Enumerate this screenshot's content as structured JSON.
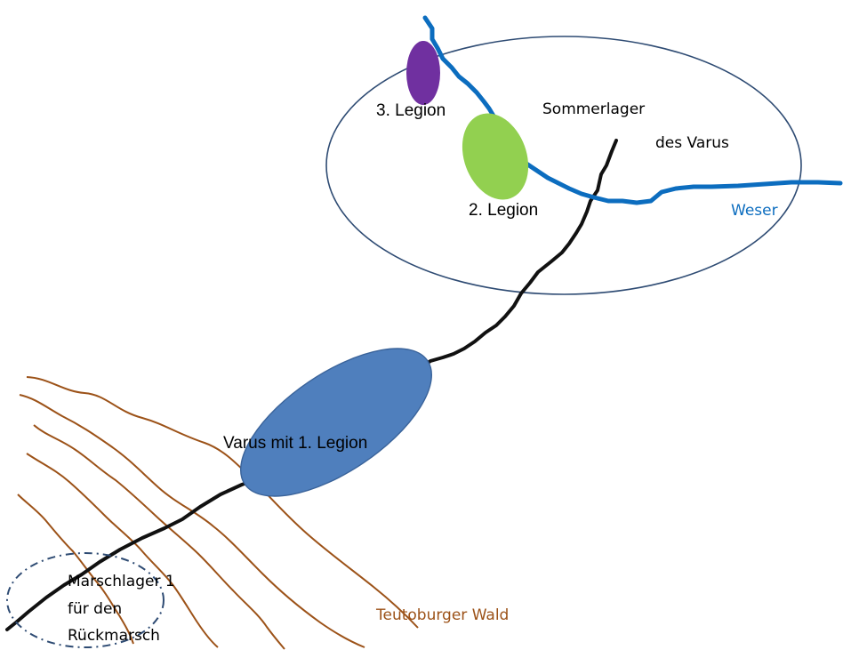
{
  "labels": {
    "sommerlager": "Sommerlager",
    "des_varus": "des Varus",
    "legion3": "3. Legion",
    "legion2": "2. Legion",
    "weser": "Weser",
    "varus_legion1": "Varus mit 1. Legion",
    "marschlager_1": "Marschlager 1",
    "marschlager_2": "für den",
    "marschlager_3": "Rückmarsch",
    "teutoburger_wald": "Teutoburger Wald"
  },
  "colors": {
    "camp_outline": "#2e4b73",
    "river": "#0c6dbf",
    "road": "#111111",
    "forest": "#9c5218",
    "legion1": "#4f7fbd",
    "legion1_stroke": "#3a639a",
    "legion2": "#92d050",
    "legion3": "#7030a0",
    "text_black": "#000000",
    "text_weser": "#0c6dbf",
    "text_wald": "#9c5218"
  }
}
